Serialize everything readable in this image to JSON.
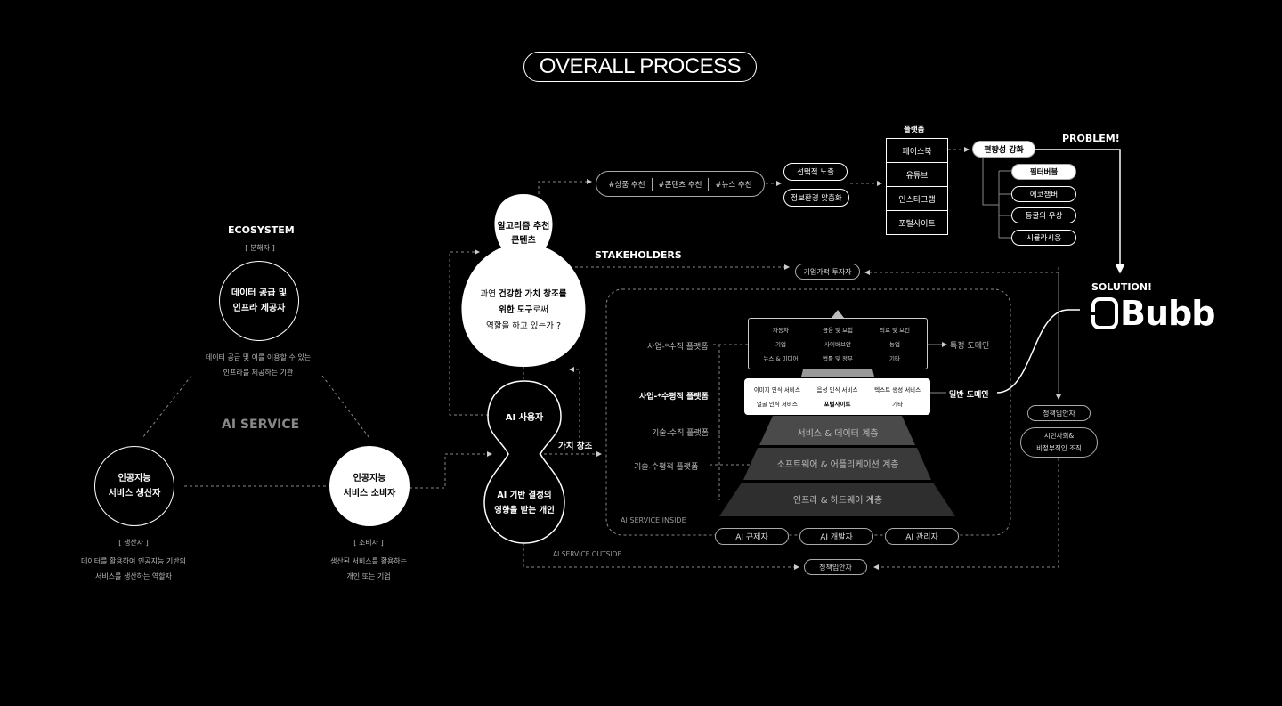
{
  "title": "OVERALL PROCESS",
  "ecosystem": {
    "heading": "ECOSYSTEM",
    "distributor_tag": "[ 분해자 ]",
    "provider_name": "데이터 공급 및\n인프라 제공자",
    "provider_desc1": "데이터 공급 및 이를 이용할 수 있는",
    "provider_desc2": "인프라를 제공하는 기관",
    "center_label": "AI SERVICE",
    "producer_name": "인공지능\n서비스 생산자",
    "producer_tag": "[ 생산자 ]",
    "producer_desc1": "데이터를 활용하여 인공지능 기반의",
    "producer_desc2": "서비스를 생산하는 역할자",
    "consumer_name": "인공지능\n서비스 소비자",
    "consumer_tag": "[ 소비자 ]",
    "consumer_desc1": "생산된 서비스를 활용하는",
    "consumer_desc2": "개인 또는 기업"
  },
  "center": {
    "algo_title": "알고리즘 추천\n콘텐츠",
    "algo_q1_pre": "과연 ",
    "algo_q1_bold": "건강한 가치 창조를",
    "algo_q2_bold": "위한 도구",
    "algo_q2_post": "로써",
    "algo_q3": "역할을 하고 있는가 ?",
    "ai_user": "AI 사용자",
    "affected": "AI 기반 결정의\n영향을 받는 개인",
    "value_creation": "가치 창조"
  },
  "recommend_tags": [
    "#상품 추천",
    "#콘텐츠 추천",
    "#뉴스 추천"
  ],
  "effects": [
    "선택적 노출",
    "정보환경 맞춤화"
  ],
  "platforms": {
    "heading": "플랫폼",
    "items": [
      "페이스북",
      "유튜브",
      "인스타그램",
      "포털사이트"
    ]
  },
  "problem": {
    "heading": "PROBLEM!",
    "main": "편향성 강화",
    "items": [
      "필터버블",
      "에코챔버",
      "동굴의 우상",
      "시뮬라시옹"
    ]
  },
  "solution": {
    "heading": "SOLUTION!",
    "logo": "Bubb"
  },
  "stakeholders": {
    "heading": "STAKEHOLDERS",
    "investor": "기업가적 투자자",
    "policy_right": "정책입안자",
    "civil": "시민사회&\n비정부적인 조직",
    "policy_bottom": "정책입안자",
    "bottom_roles": [
      "AI 규제자",
      "AI 개발자",
      "AI 관리자"
    ],
    "inside_label": "AI SERVICE INSIDE",
    "outside_label": "AI SERVICE OUTSIDE"
  },
  "pyramid": {
    "left_labels": [
      "사업-*수직 플랫폼",
      "사업-*수평적 플랫폼",
      "기술-수직 플랫폼",
      "기술-수평적 플랫폼"
    ],
    "vertical_domains": [
      "자동차",
      "금융 및 보험",
      "의료 및 보건",
      "기업",
      "사이버보안",
      "농업",
      "뉴스 & 미디어",
      "법률 및 정부",
      "기타"
    ],
    "specific_domain": "특정 도메인",
    "horizontal_services": [
      "이미지 인식 서비스",
      "음성 인식 서비스",
      "텍스트 생성 서비스",
      "얼굴 인식 서비스",
      "포털사이트",
      "기타"
    ],
    "general_domain": "일반 도메인",
    "layers": [
      "서비스 & 데이터 계층",
      "소프트웨어 & 어플리케이션 계층",
      "인프라 & 하드웨어 계층"
    ]
  }
}
